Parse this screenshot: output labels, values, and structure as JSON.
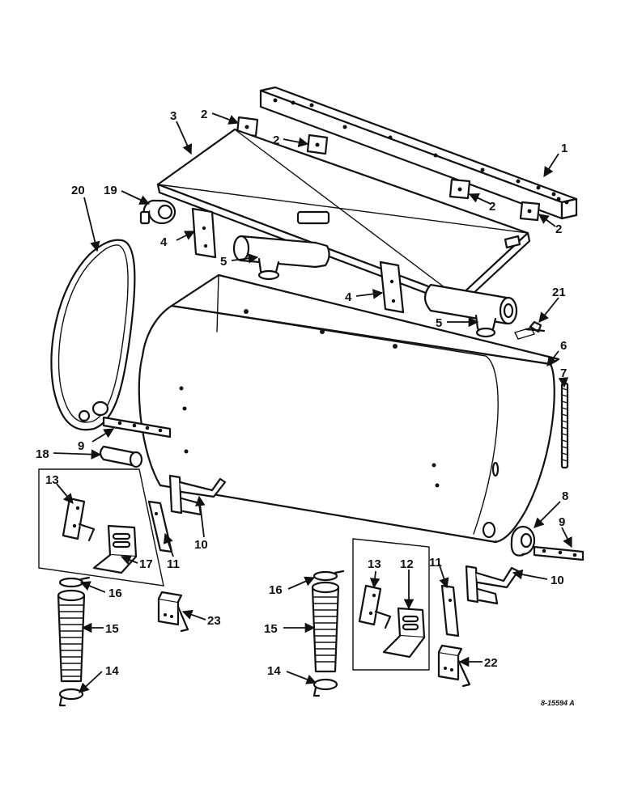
{
  "callouts": [
    {
      "id": "c1",
      "label": "1"
    },
    {
      "id": "c2a",
      "label": "2"
    },
    {
      "id": "c2b",
      "label": "2"
    },
    {
      "id": "c2c",
      "label": "2"
    },
    {
      "id": "c2d",
      "label": "2"
    },
    {
      "id": "c3",
      "label": "3"
    },
    {
      "id": "c4a",
      "label": "4"
    },
    {
      "id": "c4b",
      "label": "4"
    },
    {
      "id": "c5a",
      "label": "5"
    },
    {
      "id": "c5b",
      "label": "5"
    },
    {
      "id": "c6",
      "label": "6"
    },
    {
      "id": "c7",
      "label": "7"
    },
    {
      "id": "c8",
      "label": "8"
    },
    {
      "id": "c9a",
      "label": "9"
    },
    {
      "id": "c9b",
      "label": "9"
    },
    {
      "id": "c10a",
      "label": "10"
    },
    {
      "id": "c10b",
      "label": "10"
    },
    {
      "id": "c11a",
      "label": "11"
    },
    {
      "id": "c11b",
      "label": "11"
    },
    {
      "id": "c12",
      "label": "12"
    },
    {
      "id": "c13a",
      "label": "13"
    },
    {
      "id": "c13b",
      "label": "13"
    },
    {
      "id": "c14a",
      "label": "14"
    },
    {
      "id": "c14b",
      "label": "14"
    },
    {
      "id": "c15a",
      "label": "15"
    },
    {
      "id": "c15b",
      "label": "15"
    },
    {
      "id": "c16a",
      "label": "16"
    },
    {
      "id": "c16b",
      "label": "16"
    },
    {
      "id": "c17",
      "label": "17"
    },
    {
      "id": "c18",
      "label": "18"
    },
    {
      "id": "c19",
      "label": "19"
    },
    {
      "id": "c20",
      "label": "20"
    },
    {
      "id": "c21",
      "label": "21"
    },
    {
      "id": "c22",
      "label": "22"
    },
    {
      "id": "c23",
      "label": "23"
    }
  ],
  "drawing_number": "8-15594 A"
}
